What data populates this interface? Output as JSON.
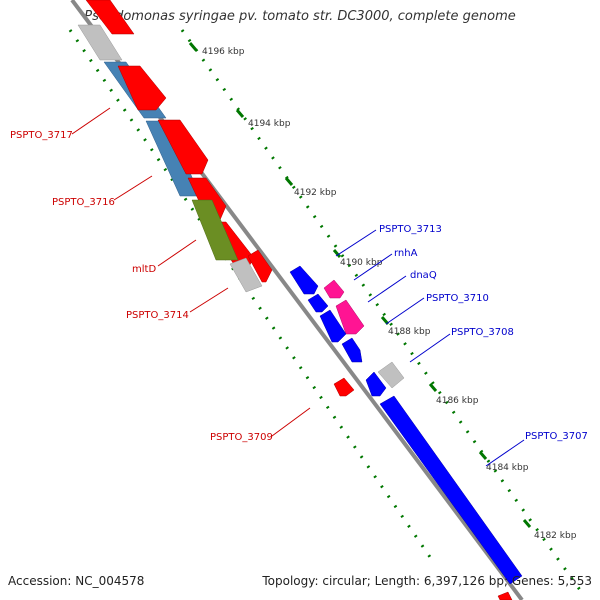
{
  "title": "Pseudomonas syringae pv. tomato str. DC3000, complete genome",
  "accession": "Accession: NC_004578",
  "summary": "Topology: circular; Length: 6,397,126 bp; Genes: 5,553",
  "colors": {
    "background": "#ffffff",
    "backbone": "#888888",
    "forward_feature": "#ff0000",
    "reverse_feature": "#0000ff",
    "pseudo_feature": "#c0c0c0",
    "steelblue_feature": "#4682b4",
    "olive_feature": "#6b8e23",
    "pink_feature": "#ff1493",
    "tick": "#007700",
    "forward_label": "#cc0000",
    "reverse_label": "#0000cc"
  },
  "scale_ticks": [
    {
      "label": "4196 kbp",
      "value": 4196
    },
    {
      "label": "4194 kbp",
      "value": 4194
    },
    {
      "label": "4192 kbp",
      "value": 4192
    },
    {
      "label": "4190 kbp",
      "value": 4190
    },
    {
      "label": "4188 kbp",
      "value": 4188
    },
    {
      "label": "4186 kbp",
      "value": 4186
    },
    {
      "label": "4184 kbp",
      "value": 4184
    },
    {
      "label": "4182 kbp",
      "value": 4182
    }
  ],
  "labels": {
    "forward": [
      "PSPTO_3717",
      "PSPTO_3716",
      "mltD",
      "PSPTO_3714",
      "PSPTO_3709"
    ],
    "reverse": [
      "PSPTO_3713",
      "rnhA",
      "dnaQ",
      "PSPTO_3710",
      "PSPTO_3708",
      "PSPTO_3707"
    ]
  }
}
